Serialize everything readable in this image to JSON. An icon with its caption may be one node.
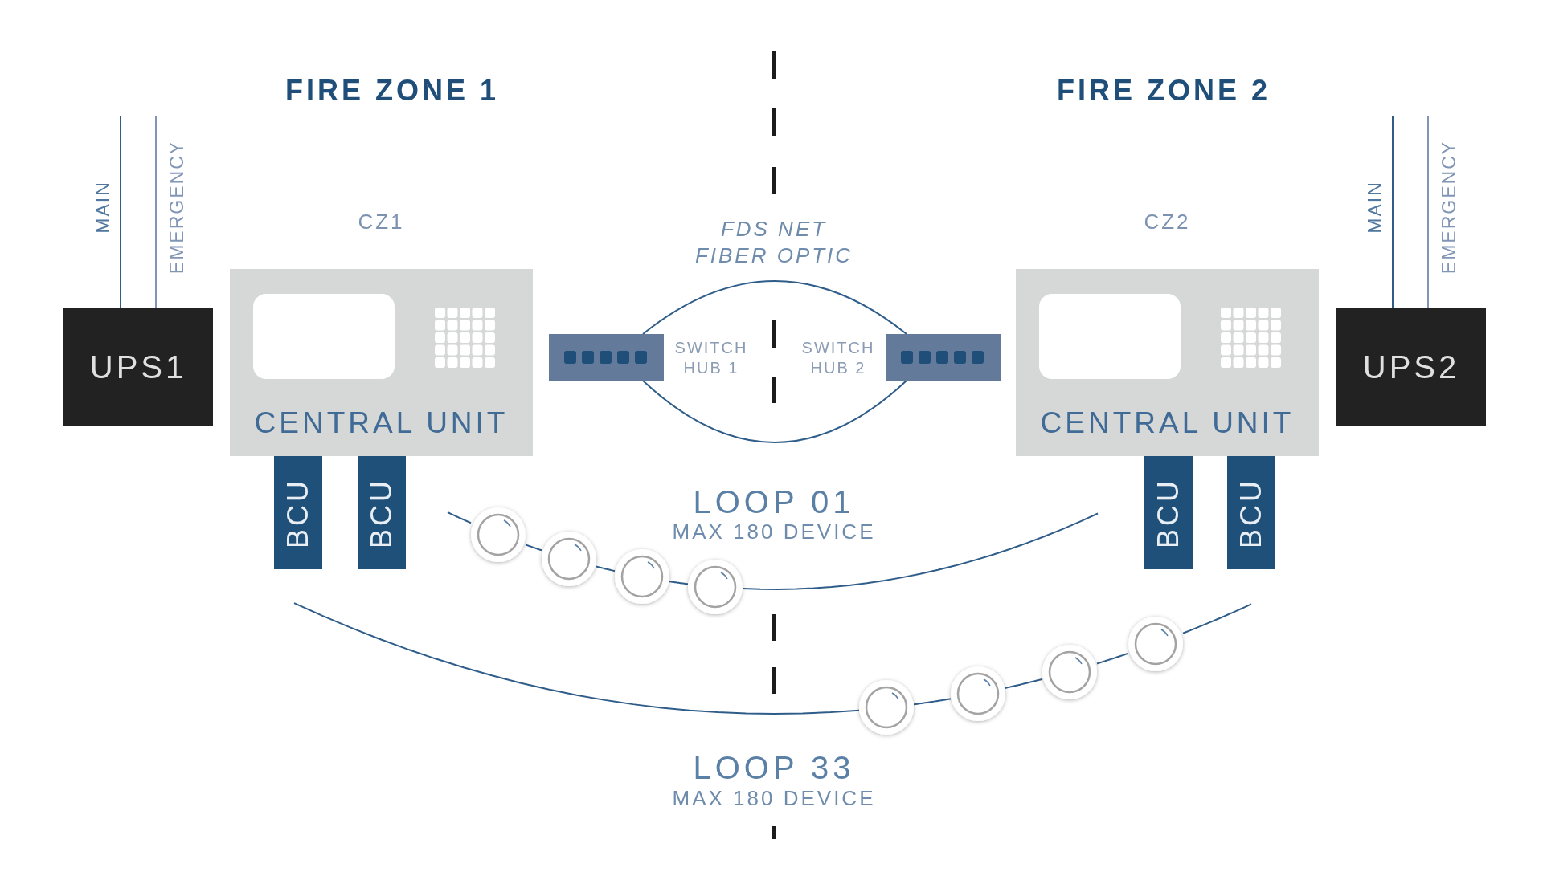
{
  "diagram": {
    "nodes": [
      {
        "text": [
          "UPS1"
        ]
      },
      {
        "text": [
          "CZ1",
          "CENTRAL UNIT"
        ]
      },
      {
        "text": [],
        "shape": "box",
        "beside": [
          "SWITCH HUB 1"
        ]
      },
      {
        "text": [],
        "shape": "box",
        "beside": [
          "SWITCH HUB 2"
        ]
      },
      {
        "text": [
          "CZ2",
          "CENTRAL UNIT"
        ]
      },
      {
        "text": [
          "UPS2"
        ]
      },
      {
        "text": [
          "BCU"
        ]
      },
      {
        "text": [
          "BCU"
        ]
      },
      {
        "text": [
          "BCU"
        ]
      },
      {
        "text": [
          "BCU"
        ]
      },
      {
        "text": [],
        "shape": "circle"
      },
      {
        "text": [],
        "shape": "circle"
      },
      {
        "text": [],
        "shape": "circle"
      },
      {
        "text": [],
        "shape": "circle"
      },
      {
        "text": [],
        "shape": "circle"
      },
      {
        "text": [],
        "shape": "circle"
      },
      {
        "text": [],
        "shape": "circle"
      },
      {
        "text": [],
        "shape": "circle"
      }
    ],
    "edges": [
      {
        "from": null,
        "to": 0,
        "arrow": "none",
        "label": "MAIN"
      },
      {
        "from": null,
        "to": 0,
        "arrow": "none",
        "label": "EMERGENCY",
        "color": "#8196b6"
      },
      {
        "from": null,
        "to": 5,
        "arrow": "none",
        "label": "MAIN"
      },
      {
        "from": null,
        "to": 5,
        "arrow": "none",
        "label": "EMERGENCY",
        "color": "#8196b6"
      },
      {
        "from": 2,
        "to": 3,
        "arrow": "none"
      },
      {
        "from": 2,
        "to": 3,
        "arrow": "none"
      },
      {
        "from": null,
        "to": 10,
        "arrow": "none"
      },
      {
        "from": 10,
        "to": 11,
        "arrow": "none"
      },
      {
        "from": 11,
        "to": 12,
        "arrow": "none"
      },
      {
        "from": 12,
        "to": 13,
        "arrow": "none"
      },
      {
        "from": 13,
        "to": null,
        "arrow": "none"
      },
      {
        "from": null,
        "to": 14,
        "arrow": "none"
      },
      {
        "from": 14,
        "to": 15,
        "arrow": "none"
      },
      {
        "from": 15,
        "to": 16,
        "arrow": "none"
      },
      {
        "from": 16,
        "to": 17,
        "arrow": "none"
      },
      {
        "from": 17,
        "to": null,
        "arrow": "none"
      }
    ],
    "labels": [
      "FIRE ZONE 1",
      "FIRE ZONE 2",
      "FDS NET FIBER OPTIC",
      "LOOP 01",
      "MAX 180 DEVICE",
      "LOOP 33",
      "MAX 180 DEVICE"
    ]
  }
}
